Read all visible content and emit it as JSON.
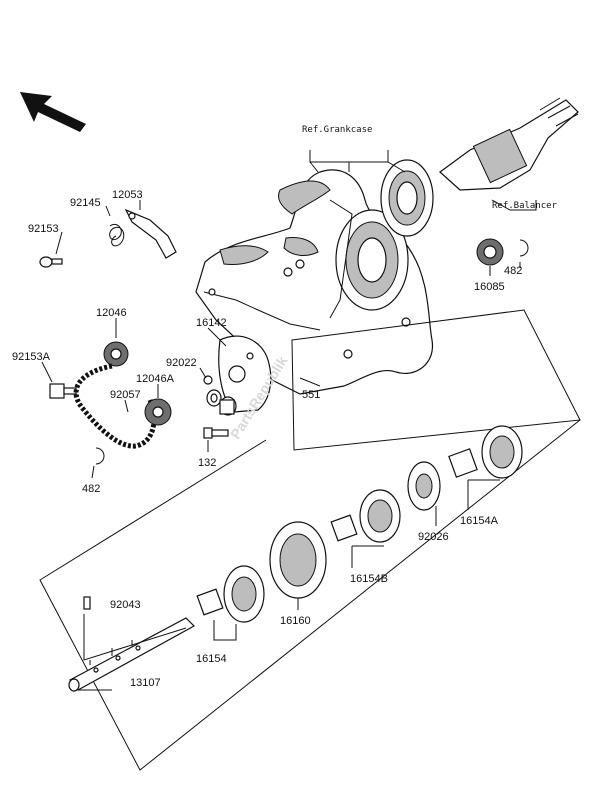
{
  "labels": {
    "ref_crankcase": "Ref.Grankcase",
    "ref_balancer": "Ref.Balancer",
    "p12053": "12053",
    "p92145": "92145",
    "p92153": "92153",
    "p12046": "12046",
    "p92153A": "92153A",
    "p92057": "92057",
    "p12046A": "12046A",
    "p16142": "16142",
    "p92022": "92022",
    "p551": "551",
    "p132": "132",
    "p482a": "482",
    "p482b": "482",
    "p16085": "16085",
    "p16154A": "16154A",
    "p92026": "92026",
    "p16154B": "16154B",
    "p16160": "16160",
    "p16154": "16154",
    "p92043": "92043",
    "p13107": "13107"
  },
  "watermark": "PartsRepublik"
}
